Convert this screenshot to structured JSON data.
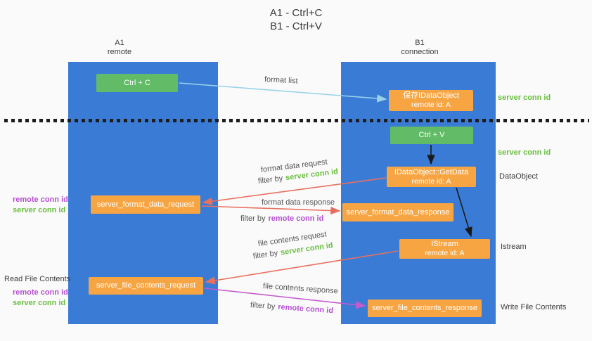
{
  "title": {
    "line1": "A1 - Ctrl+C",
    "line2": "B1 - Ctrl+V"
  },
  "lanes": {
    "left": {
      "name": "A1",
      "subtitle": "remote"
    },
    "right": {
      "name": "B1",
      "subtitle": "connection"
    }
  },
  "nodes": {
    "ctrl_c": {
      "label": "Ctrl + C"
    },
    "ctrl_v": {
      "label": "Ctrl + V"
    },
    "save_dataobject": {
      "line1": "保存IDataObject",
      "line2": "remote id: A"
    },
    "getdata": {
      "line1": "IDataObject::GetData",
      "line2": "remote id: A"
    },
    "istream": {
      "line1": "IStream",
      "line2": "remote id: A"
    },
    "format_request": {
      "label": "server_format_data_request"
    },
    "format_response": {
      "label": "server_format_data_response"
    },
    "file_request": {
      "label": "server_file_contents_request"
    },
    "file_response": {
      "label": "server_file_contents_response"
    }
  },
  "arrow_labels": {
    "format_list": "format list",
    "format_data_request": "format data request",
    "format_data_response": "format data response",
    "file_contents_request": "file contents request",
    "file_contents_response": "file contents response",
    "filter_by": "filter by",
    "server_conn_id": "server conn id",
    "remote_conn_id": "remote conn id"
  },
  "side_labels": {
    "remote_conn_id": "remote conn id",
    "server_conn_id": "server conn id",
    "read_file_contents": "Read File Contents",
    "write_file_contents": "Write File Contents",
    "dataobject": "DataObject",
    "istream": "Istream"
  },
  "colors": {
    "lane_blue": "#3a7cd5",
    "box_green": "#62bb66",
    "box_orange": "#f7a543",
    "arrow_light_blue": "#9ad2e8",
    "arrow_red": "#e8705f",
    "arrow_magenta": "#c45acd",
    "arrow_black": "#1a1a1a",
    "text_green": "#6abf40",
    "text_purple": "#b44fd0"
  }
}
